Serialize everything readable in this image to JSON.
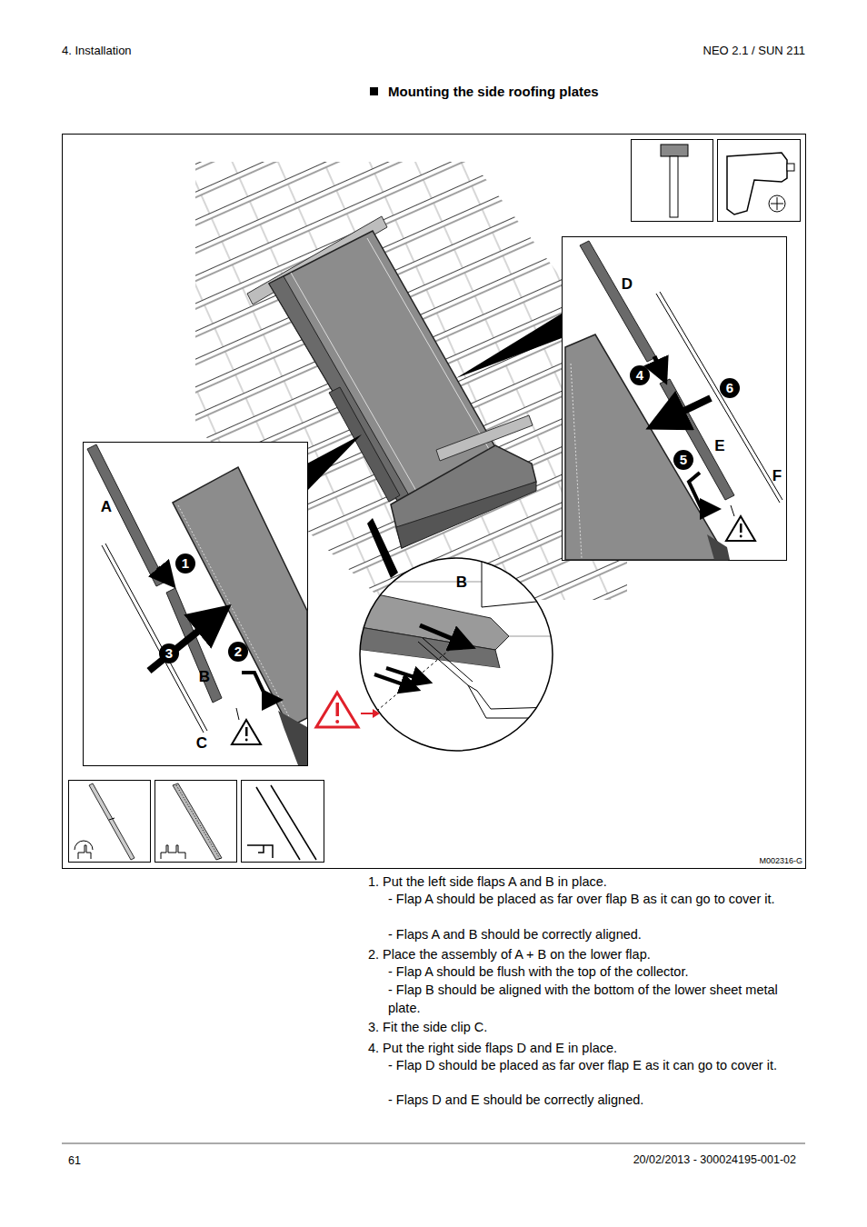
{
  "diagram": {
    "title": "Mounting the side roofing plates",
    "labels": [
      "4. Installation",
      "NEO 2.1 / SUN 211",
      "D",
      "4",
      "6",
      "E",
      "5",
      "F",
      "A",
      "1",
      "B",
      "3",
      "B",
      "2",
      "C",
      "M002316-G",
      "1. Put the left side flaps A and B in place.",
      "- Flap A should be placed as far over flap B as it can go to cover it.",
      "- Flaps A and B should be correctly aligned.",
      "2. Place the assembly of A + B on the lower flap.",
      "- Flap A should be flush with the top of the collector.",
      "- Flap B should be aligned with the bottom of the lower sheet metal plate.",
      "3. Fit the side clip C.",
      "4. Put the right side flaps D and E in place.",
      "- Flap D should be placed as far over flap E as it can go to cover it.",
      "- Flaps D and E should be correctly aligned.",
      "61",
      "20/02/2013 - 300024195-001-02"
    ]
  }
}
